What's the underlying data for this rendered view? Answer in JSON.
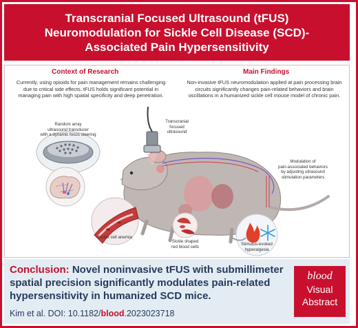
{
  "title": "Transcranial Focused Ultrasound (tFUS)\nNeuromodulation for Sickle Cell Disease (SCD)-\nAssociated Pain Hypersensitivity",
  "context": {
    "heading": "Context of Research",
    "text": "Currently, using opioids for pain management remains challenging due to critical side effects. tFUS holds significant potential in managing pain with high spatial specificity and deep penetration."
  },
  "findings": {
    "heading": "Main Findings",
    "text": "Non-invasive tFUS neuromodulation applied at pain processing brain circuits significantly changes pain-related behaviors and brain oscillations in a humanized sickle cell mouse model of chronic pain."
  },
  "labels": {
    "transducer": "Random array\nultrasound transducer\nwith a dynamic focus steering",
    "tfus": "Transcranial\nfocused\nultrasound",
    "modulation": "Modulation of\npain-associated behaviors\nby adjusting ultrasound\nstimulation parameters",
    "anemia": "Sickle cell anemia",
    "rbc": "Sickle shaped\nred blood cells",
    "hyperalgesia": "Stimulus-evoked\nhyperalgesia"
  },
  "conclusion": {
    "keyword": "Conclusion:",
    "text": " Novel noninvasive tFUS with submillimeter spatial precision significantly modulates pain-related hypersensitivity in humanized SCD mice."
  },
  "citation": {
    "prefix": "Kim et al. DOI: 10.1182/",
    "journal": "blood",
    "suffix": ".2023023718"
  },
  "badge": {
    "brand": "blood",
    "line1": "Visual",
    "line2": "Abstract"
  },
  "colors": {
    "accent": "#c8102e",
    "navy": "#243a5e",
    "panel_bg": "#e4ecf3"
  },
  "icons": [
    "transducer-icon",
    "mouse-illustration",
    "brain-icon",
    "blood-vessel-icon",
    "red-blood-cells-icon",
    "flame-icon",
    "snowflake-icon"
  ]
}
